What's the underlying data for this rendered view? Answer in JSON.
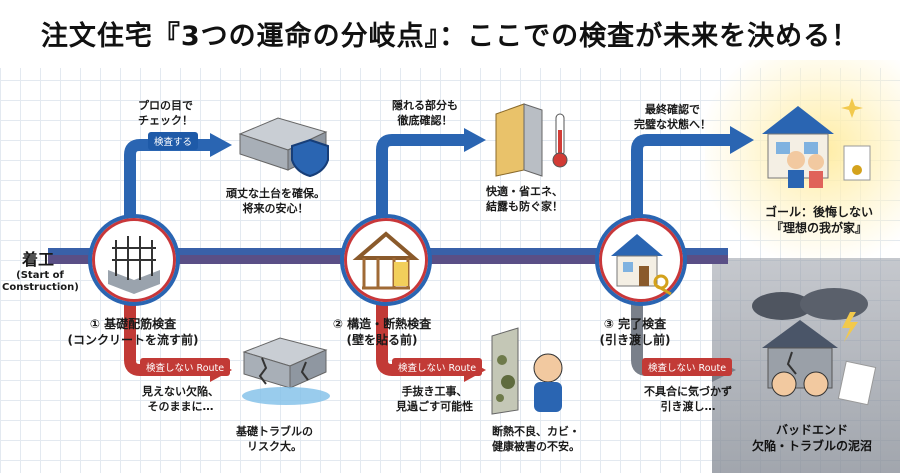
{
  "title": "注文住宅『3つの運命の分岐点』：ここでの検査が未来を決める！",
  "start": {
    "main": "着工",
    "sub_line1": "(Start of",
    "sub_line2": "Construction)"
  },
  "steps": [
    {
      "name_line1": "① 基礎配筋検査",
      "name_line2": "(コンクリートを流す前)",
      "good_callout_line1": "プロの目で",
      "good_callout_line2": "チェック！",
      "good_tag": "検査する",
      "good_result_line1": "頑丈な土台を確保。",
      "good_result_line2": "将来の安心！",
      "bad_tag": "検査しない Route",
      "bad_callout_line1": "見えない欠陥、",
      "bad_callout_line2": "そのままに…",
      "bad_result_line1": "基礎トラブルの",
      "bad_result_line2": "リスク大。"
    },
    {
      "name_line1": "② 構造・断熱検査",
      "name_line2": "(壁を貼る前)",
      "good_callout_line1": "隠れる部分も",
      "good_callout_line2": "徹底確認！",
      "good_result_line1": "快適・省エネ、",
      "good_result_line2": "結露も防ぐ家！",
      "bad_tag": "検査しない Route",
      "bad_callout_line1": "手抜き工事、",
      "bad_callout_line2": "見過ごす可能性",
      "bad_result_line1": "断熱不良、カビ・",
      "bad_result_line2": "健康被害の不安。"
    },
    {
      "name_line1": "③ 完了検査",
      "name_line2": "(引き渡し前)",
      "good_callout_line1": "最終確認で",
      "good_callout_line2": "完璧な状態へ！",
      "bad_tag": "検査しない Route",
      "bad_callout_line1": "不具合に気づかず",
      "bad_callout_line2": "引き渡し…"
    }
  ],
  "goal": {
    "line1": "ゴール：後悔しない",
    "line2": "『理想の我が家』"
  },
  "bad_end": {
    "line1": "バッドエンド",
    "line2": "欠陥・トラブルの泥沼"
  },
  "colors": {
    "blue": "#1e5aa8",
    "red": "#c23a36",
    "gold": "#f2c94c",
    "gray": "#7a808a"
  }
}
